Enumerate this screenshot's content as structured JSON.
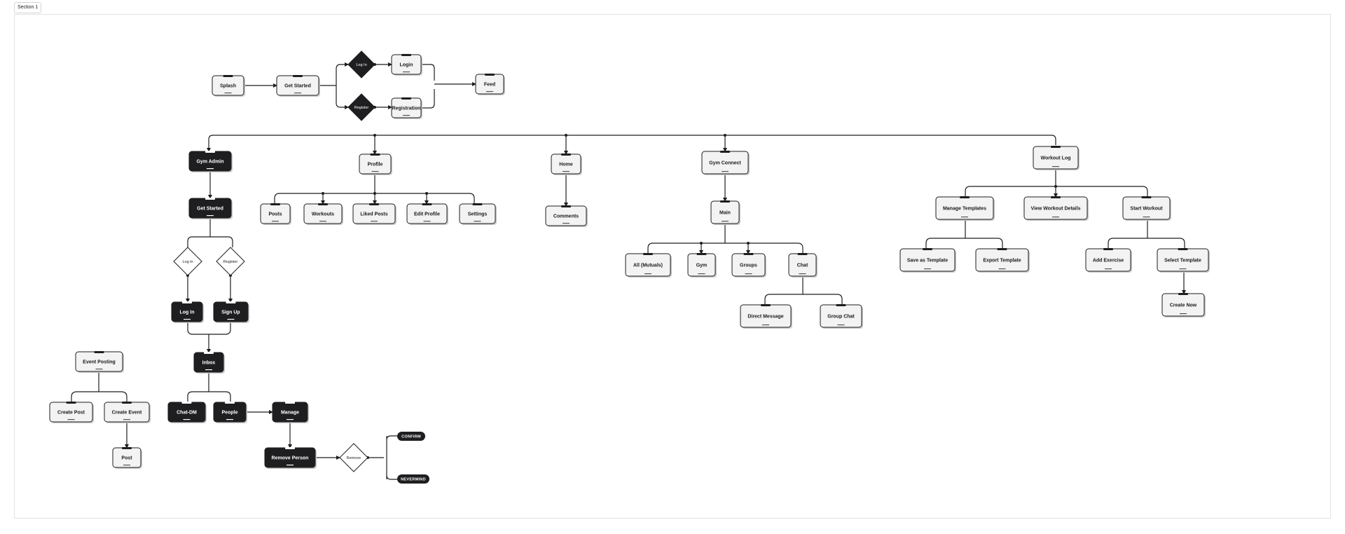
{
  "section": {
    "label": "Section 1"
  },
  "colors": {
    "light_fill": "#f3f3f3",
    "dark_fill": "#1e1e21",
    "stroke": "#1e1e1e",
    "text_dark": "#1a1a1a",
    "text_light": "#ffffff"
  },
  "nodes": [
    {
      "id": "splash",
      "label": "Splash",
      "style": "light"
    },
    {
      "id": "getstarted1",
      "label": "Get Started",
      "style": "light"
    },
    {
      "id": "login_dec",
      "label": "Log In",
      "style": "dark-diamond"
    },
    {
      "id": "register_dec",
      "label": "Register",
      "style": "dark-diamond"
    },
    {
      "id": "login",
      "label": "Login",
      "style": "light"
    },
    {
      "id": "registration",
      "label": "Registration",
      "style": "light"
    },
    {
      "id": "feed",
      "label": "Feed",
      "style": "light"
    },
    {
      "id": "gymadmin",
      "label": "Gym Admin",
      "style": "dark"
    },
    {
      "id": "getstarted2",
      "label": "Get Started",
      "style": "dark"
    },
    {
      "id": "login_dec2",
      "label": "Log in",
      "style": "light-diamond"
    },
    {
      "id": "register_dec2",
      "label": "Register",
      "style": "light-diamond"
    },
    {
      "id": "login2",
      "label": "Log In",
      "style": "dark"
    },
    {
      "id": "signup",
      "label": "Sign Up",
      "style": "dark"
    },
    {
      "id": "inbox",
      "label": "Inbox",
      "style": "dark"
    },
    {
      "id": "chatdm",
      "label": "Chat-DM",
      "style": "dark"
    },
    {
      "id": "people",
      "label": "People",
      "style": "dark"
    },
    {
      "id": "manage",
      "label": "Manage",
      "style": "dark"
    },
    {
      "id": "removeperson",
      "label": "Remove Person",
      "style": "dark"
    },
    {
      "id": "remove_dec",
      "label": "Remove",
      "style": "light-diamond"
    },
    {
      "id": "confirm",
      "label": "CONFIRM",
      "style": "pill"
    },
    {
      "id": "nevermind",
      "label": "NEVERMIND",
      "style": "pill"
    },
    {
      "id": "eventposting",
      "label": "Event Posting",
      "style": "light"
    },
    {
      "id": "createpost",
      "label": "Create Post",
      "style": "light"
    },
    {
      "id": "createevent",
      "label": "Create Event",
      "style": "light"
    },
    {
      "id": "post",
      "label": "Post",
      "style": "light"
    },
    {
      "id": "profile",
      "label": "Profile",
      "style": "light"
    },
    {
      "id": "posts",
      "label": "Posts",
      "style": "light"
    },
    {
      "id": "workouts",
      "label": "Workouts",
      "style": "light"
    },
    {
      "id": "likedposts",
      "label": "Liked Posts",
      "style": "light"
    },
    {
      "id": "editprofile",
      "label": "Edit Profile",
      "style": "light"
    },
    {
      "id": "settings",
      "label": "Settings",
      "style": "light"
    },
    {
      "id": "home",
      "label": "Home",
      "style": "light"
    },
    {
      "id": "comments",
      "label": "Comments",
      "style": "light"
    },
    {
      "id": "gymconnect",
      "label": "Gym Connect",
      "style": "light"
    },
    {
      "id": "main",
      "label": "Main",
      "style": "light"
    },
    {
      "id": "allmutuals",
      "label": "All (Mutuals)",
      "style": "light"
    },
    {
      "id": "gym",
      "label": "Gym",
      "style": "light"
    },
    {
      "id": "groups",
      "label": "Groups",
      "style": "light"
    },
    {
      "id": "chat",
      "label": "Chat",
      "style": "light"
    },
    {
      "id": "directmessage",
      "label": "Direct Message",
      "style": "light"
    },
    {
      "id": "groupchat",
      "label": "Group Chat",
      "style": "light"
    },
    {
      "id": "workoutlog",
      "label": "Workout Log",
      "style": "light"
    },
    {
      "id": "managetemplates",
      "label": "Manage Templates",
      "style": "light"
    },
    {
      "id": "viewworkout",
      "label": "View Workout Details",
      "style": "light"
    },
    {
      "id": "startworkout",
      "label": "Start Workout",
      "style": "light"
    },
    {
      "id": "saveastemplate",
      "label": "Save as Template",
      "style": "light"
    },
    {
      "id": "exporttemplate",
      "label": "Export Template",
      "style": "light"
    },
    {
      "id": "addexercise",
      "label": "Add Exercise",
      "style": "light"
    },
    {
      "id": "selecttemplate",
      "label": "Select Template",
      "style": "light"
    },
    {
      "id": "createnow",
      "label": "Create Now",
      "style": "light"
    }
  ]
}
